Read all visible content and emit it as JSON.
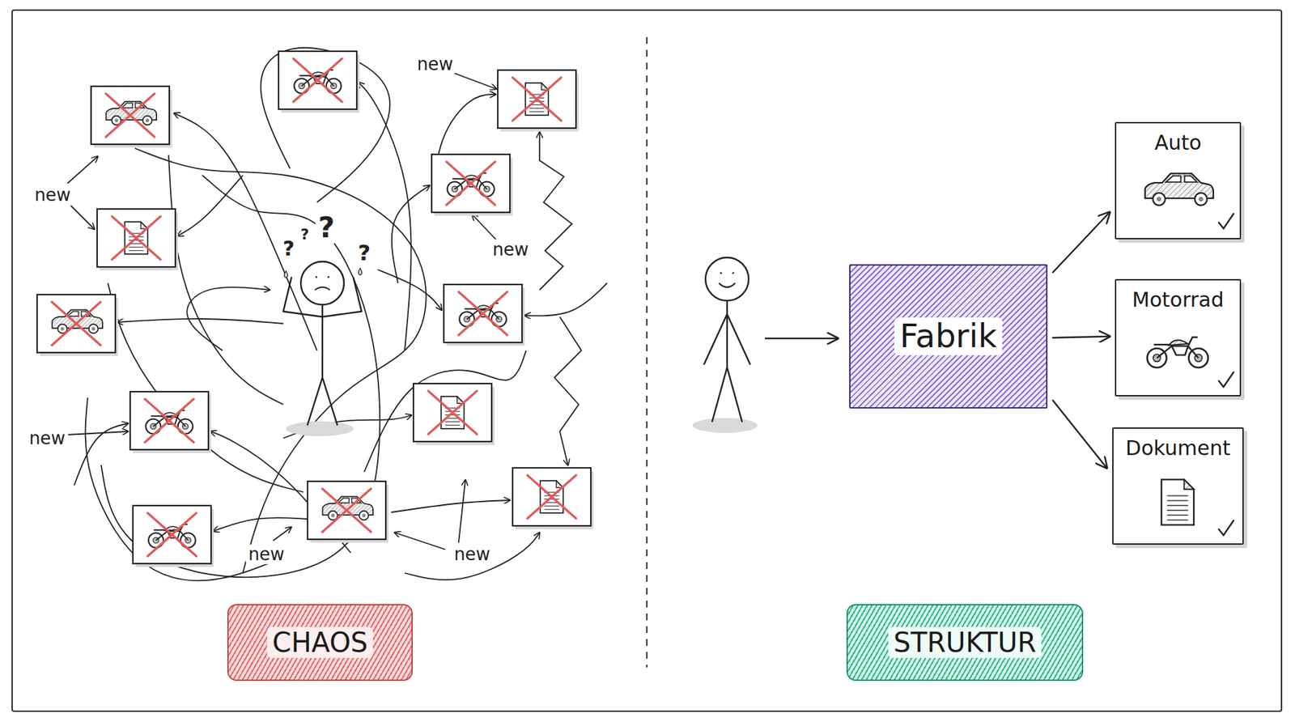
{
  "diagram": {
    "nodes": [
      {
        "text": [
          "Fabrik"
        ]
      },
      {
        "text": [
          "Auto"
        ]
      },
      {
        "text": [
          "Motorrad"
        ]
      },
      {
        "text": [
          "Dokument"
        ]
      },
      {
        "text": [
          "CHAOS"
        ]
      },
      {
        "text": [
          "STRUKTUR"
        ]
      }
    ],
    "edges": [
      {
        "from": 0,
        "to": 1,
        "arrow": "to"
      },
      {
        "from": 0,
        "to": 2,
        "arrow": "to"
      },
      {
        "from": 0,
        "to": 3,
        "arrow": "to"
      }
    ],
    "labels": [
      "new",
      "new",
      "new",
      "new",
      "new",
      "new",
      "?",
      "?",
      "?",
      "?"
    ]
  }
}
